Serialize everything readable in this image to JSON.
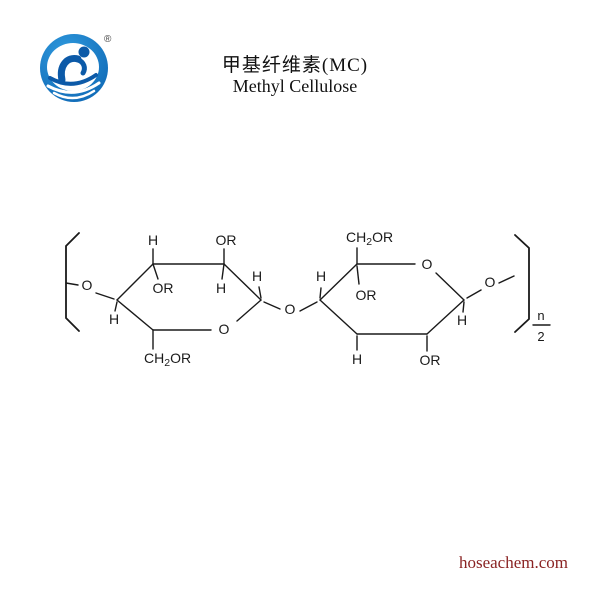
{
  "header": {
    "title_zh": "甲基纤维素(MC)",
    "title_en": "Methyl Cellulose"
  },
  "logo": {
    "registered_mark": "®"
  },
  "footer": {
    "website": "hoseachem.com"
  },
  "colors": {
    "brand_blue": "#0e67b4",
    "brand_blue_light": "#2f9ade",
    "footer_red": "#8a2323",
    "bond_color": "#1a1a1a"
  },
  "structure": {
    "end_left_o": "O",
    "glycosidic_o": "O",
    "end_right_o": "O",
    "ring1": {
      "h_top": "H",
      "or_top": "OR",
      "or_inner": "OR",
      "h_inner": "H",
      "h_c1": "H",
      "h_c4": "H",
      "ring_o": "O",
      "ch2or": {
        "c": "CH",
        "sub": "2",
        "rest": "OR"
      }
    },
    "ring2": {
      "ch2or": {
        "c": "CH",
        "sub": "2",
        "rest": "OR"
      },
      "h_c4": "H",
      "ring_o": "O",
      "or_inner": "OR",
      "h_bottom": "H",
      "or_bottom": "OR",
      "h_c1": "H"
    },
    "repeat": {
      "numerator": "n",
      "denominator": "2"
    }
  }
}
